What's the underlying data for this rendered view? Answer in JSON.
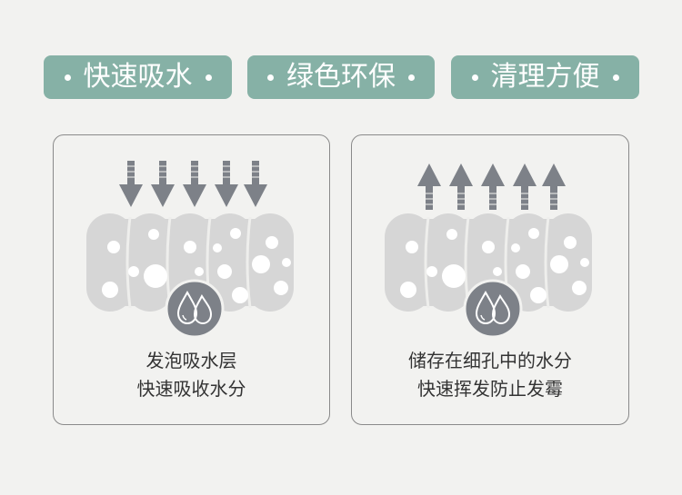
{
  "features": [
    {
      "label": "快速吸水"
    },
    {
      "label": "绿色环保"
    },
    {
      "label": "清理方便"
    }
  ],
  "panels": [
    {
      "line1": "发泡吸水层",
      "line2": "快速吸收水分",
      "arrows": "down",
      "icon": "water-drops-icon"
    },
    {
      "line1": "储存在细孔中的水分",
      "line2": "快速挥发防止发霉",
      "arrows": "up",
      "icon": "water-drops-icon"
    }
  ],
  "colors": {
    "accent": "#86b1a6",
    "arrow": "#7d8188",
    "foam": "#d6d6d6",
    "icon_circle": "#7d8188",
    "background": "#f2f2f0"
  }
}
